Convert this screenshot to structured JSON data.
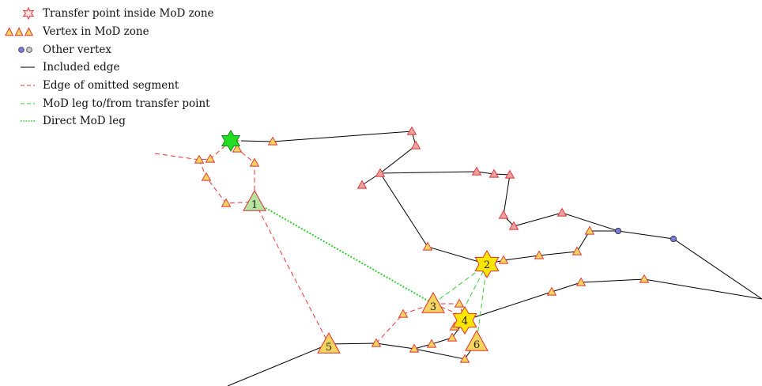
{
  "legend": [
    {
      "id": "transfer",
      "label": "Transfer point inside MoD zone"
    },
    {
      "id": "vertex-mod",
      "label": "Vertex in MoD zone"
    },
    {
      "id": "other-vertex",
      "label": "Other vertex"
    },
    {
      "id": "included-edge",
      "label": "Included edge"
    },
    {
      "id": "omitted-edge",
      "label": "Edge of omitted segment"
    },
    {
      "id": "mod-leg",
      "label": "MoD leg to/from transfer point"
    },
    {
      "id": "direct-leg",
      "label": "Direct MoD leg"
    }
  ],
  "numbered_points": [
    {
      "label": "1"
    },
    {
      "label": "2"
    },
    {
      "label": "3"
    },
    {
      "label": "4"
    },
    {
      "label": "5"
    },
    {
      "label": "6"
    }
  ],
  "colors": {
    "vertex_fill": "#f4d35e",
    "vertex_stroke": "#e03030",
    "vertex_dark_fill": "#e8a2a2",
    "transfer_fill": "#ffe600",
    "start_fill": "#22dd22",
    "other_vertex_fill": "#7b7be0",
    "included_edge": "#000000",
    "omitted_edge": "#ee3333",
    "mod_leg": "#33cc33",
    "direct_leg": "#22cc22",
    "point1_fill": "#b6e3a0"
  }
}
